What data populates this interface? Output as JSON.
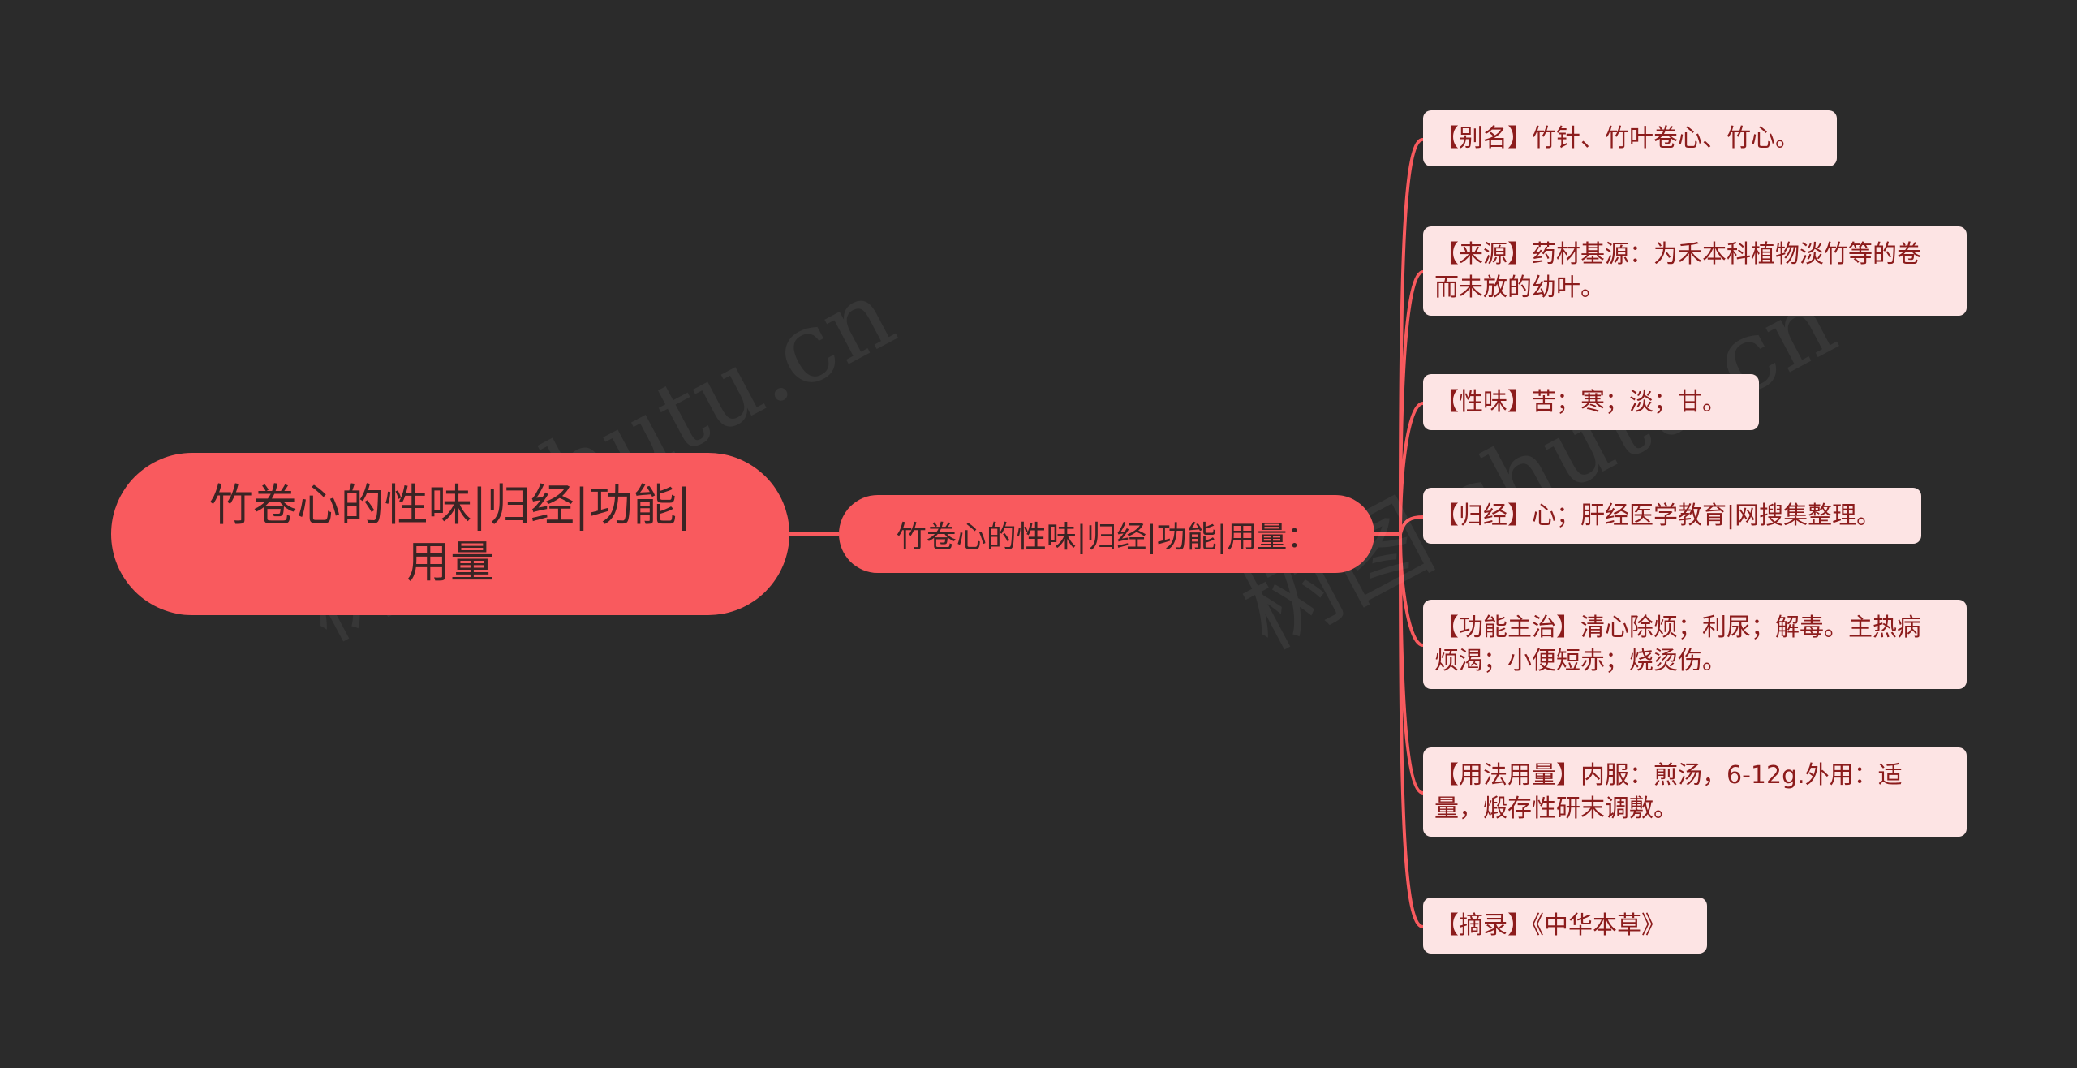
{
  "root": {
    "line1": "竹卷心的性味|归经|功能|",
    "line2": "用量"
  },
  "mid": {
    "label": "竹卷心的性味|归经|功能|用量："
  },
  "leaves": [
    {
      "line1": "【别名】竹针、竹叶卷心、竹心。",
      "line2": ""
    },
    {
      "line1": "【来源】药材基源：为禾本科植物淡竹等的卷",
      "line2": "而未放的幼叶。"
    },
    {
      "line1": "【性味】苦；寒；淡；甘。",
      "line2": ""
    },
    {
      "line1": "【归经】心；肝经医学教育|网搜集整理。",
      "line2": ""
    },
    {
      "line1": "【功能主治】清心除烦；利尿；解毒。主热病",
      "line2": "烦渴；小便短赤；烧烫伤。"
    },
    {
      "line1": "【用法用量】内服：煎汤，6-12g.外用：适",
      "line2": "量，煅存性研末调敷。"
    },
    {
      "line1": "【摘录】《中华本草》",
      "line2": ""
    }
  ],
  "watermark": {
    "text1": "树图 shutu.cn",
    "text2": "树图 shutu.cn"
  },
  "colors": {
    "background": "#2b2b2b",
    "node": "#f95a5e",
    "connector": "#f95a5e",
    "leaf_bg": "#fde4e4",
    "leaf_text": "#8c1c1c"
  }
}
